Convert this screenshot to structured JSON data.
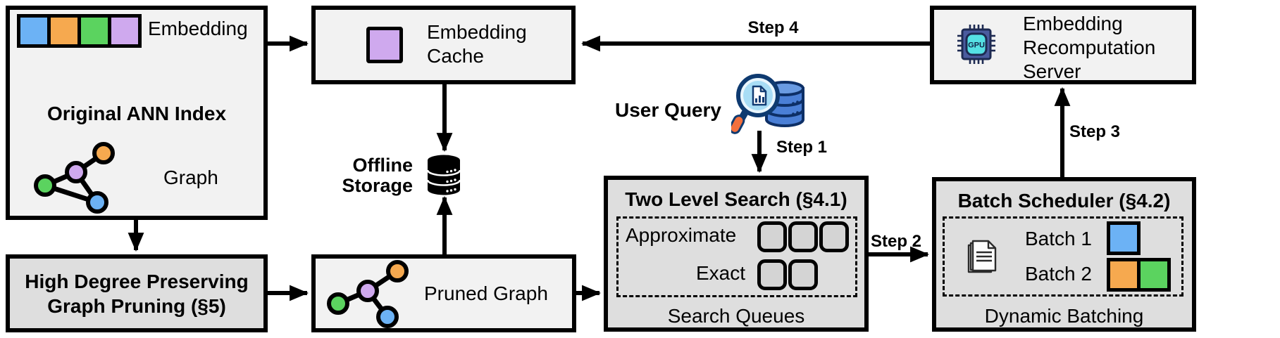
{
  "diagram": {
    "kind": "system-architecture-diagram",
    "boxes": {
      "original_index": {
        "embedding_label": "Embedding",
        "title": "Original ANN Index",
        "graph_label": "Graph"
      },
      "embedding_cache": {
        "label": "Embedding Cache"
      },
      "offline_storage": {
        "label": "Offline Storage"
      },
      "high_degree_pruning": {
        "title": "High Degree Preserving Graph Pruning (§5)"
      },
      "pruned_graph": {
        "label": "Pruned Graph"
      },
      "two_level_search": {
        "title": "Two Level Search (§4.1)",
        "row1_label": "Approximate",
        "row1_queue_count": 3,
        "row2_label": "Exact",
        "row2_queue_count": 2,
        "footer": "Search Queues"
      },
      "batch_scheduler": {
        "title": "Batch Scheduler (§4.2)",
        "batch1_label": "Batch 1",
        "batch2_label": "Batch 2",
        "footer": "Dynamic Batching"
      },
      "recomputation_server": {
        "label": "Embedding Recomputation Server",
        "chip_text": "GPU"
      },
      "user_query": {
        "label": "User Query"
      }
    },
    "steps": {
      "step1": "Step 1",
      "step2": "Step 2",
      "step3": "Step 3",
      "step4": "Step 4"
    },
    "icons": {
      "embedding_vector": "embedding-color-blocks-icon",
      "cached_embedding": "purple-embedding-block-icon",
      "offline_storage": "database-stack-icon",
      "user_query": "magnifier-over-database-icon",
      "batch_documents": "stacked-documents-icon",
      "gpu": "gpu-chip-icon",
      "ann_graph": "graph-nodes-icon",
      "pruned_graph": "pruned-graph-nodes-icon"
    },
    "colors": {
      "node_blue": "#6cb2f5",
      "node_orange": "#f6a94f",
      "node_green": "#5bd35f",
      "node_purple": "#cfa9ee",
      "box_light": "#f2f2f2",
      "box_dark": "#dedede",
      "queue_square": "#d4d4d4",
      "db_blue": "#4a7fd6",
      "lens_blue": "#a8ddf5",
      "handle_orange": "#f3703d",
      "gpu_body": "#4a5b9e",
      "gpu_core": "#55e0e4",
      "outline": "#000000"
    }
  }
}
